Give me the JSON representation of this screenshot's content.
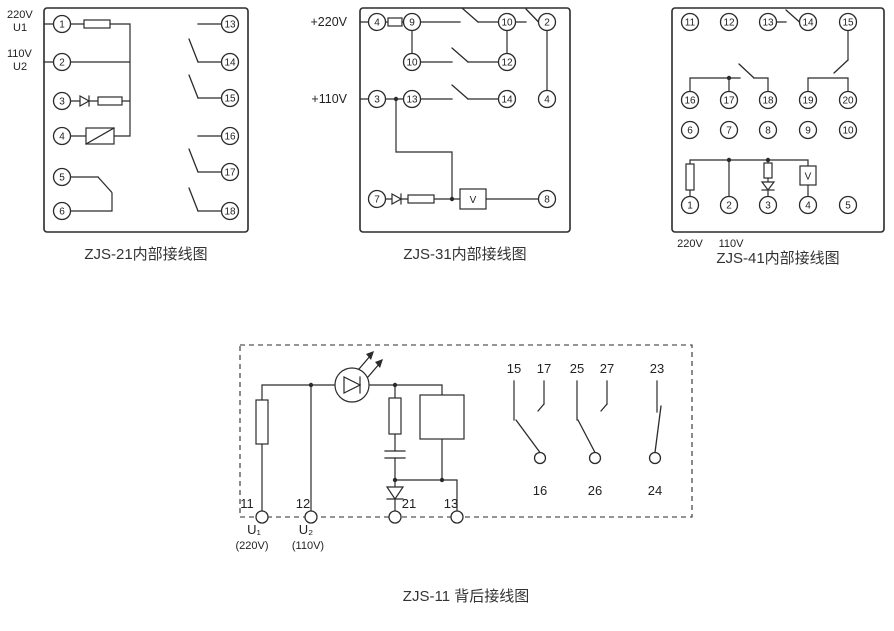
{
  "diagrams": {
    "zjs21": {
      "caption": "ZJS-21内部接线图",
      "labels": {
        "u1v": "220V",
        "u1": "U1",
        "u2v": "110V",
        "u2": "U2"
      },
      "left_terminals": [
        "1",
        "2",
        "3",
        "4",
        "5",
        "6"
      ],
      "right_terminals": [
        "13",
        "14",
        "15",
        "16",
        "17",
        "18"
      ]
    },
    "zjs31": {
      "caption": "ZJS-31内部接线图",
      "labels": {
        "p220": "+220V",
        "p110": "+110V",
        "v": "V"
      },
      "terminals": {
        "r1": [
          "4",
          "9",
          "10",
          "2"
        ],
        "r2": [
          "10",
          "12"
        ],
        "r3": [
          "3",
          "13",
          "14",
          "4"
        ],
        "r4": [
          "7",
          "8"
        ]
      }
    },
    "zjs41": {
      "caption": "ZJS-41内部接线图",
      "labels": {
        "v220": "220V",
        "v110": "110V",
        "v": "V"
      },
      "rows": {
        "r1": [
          "11",
          "12",
          "13",
          "14",
          "15"
        ],
        "r2": [
          "16",
          "17",
          "18",
          "19",
          "20"
        ],
        "r3": [
          "6",
          "7",
          "8",
          "9",
          "10"
        ],
        "r4": [
          "1",
          "2",
          "3",
          "4",
          "5"
        ]
      }
    },
    "zjs11": {
      "caption": "ZJS-11 背后接线图",
      "labels": {
        "u1": "U₁",
        "u1v": "(220V)",
        "u2": "U₂",
        "u2v": "(110V)"
      },
      "bottom_terminals": [
        "11",
        "12",
        "21",
        "13"
      ],
      "contact_top": [
        "15",
        "17",
        "25",
        "27",
        "23"
      ],
      "contact_bottom": [
        "16",
        "26",
        "24"
      ]
    }
  }
}
